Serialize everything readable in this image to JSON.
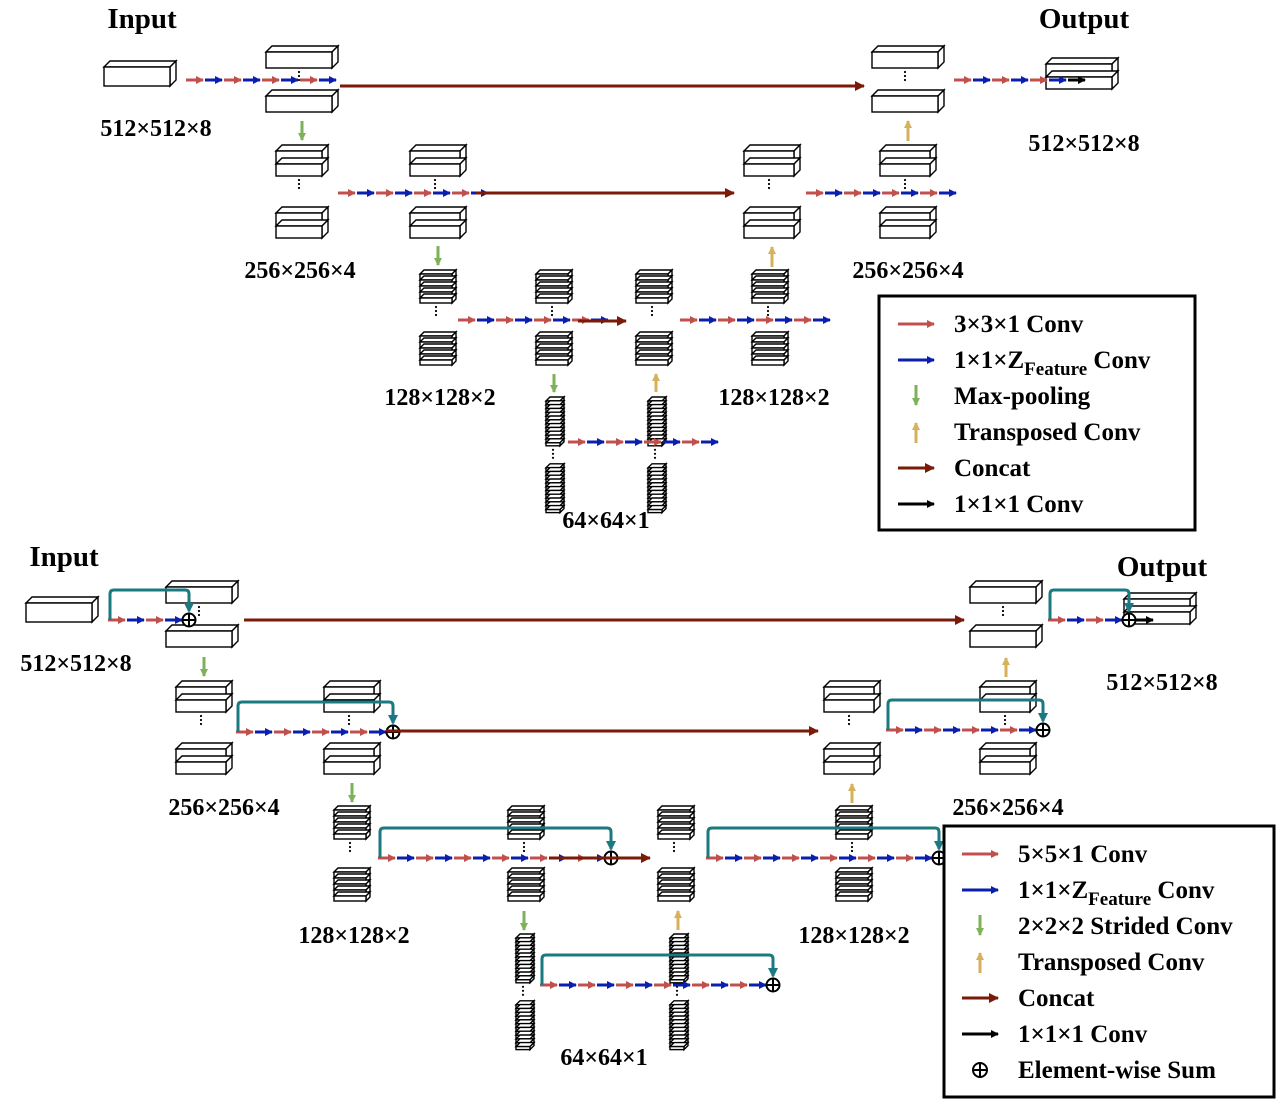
{
  "top": {
    "input_title": "Input",
    "output_title": "Output",
    "input_dim": "512×512×8",
    "output_dim": "512×512×8",
    "enc2_dim": "256×256×4",
    "dec2_dim": "256×256×4",
    "enc3_dim": "128×128×2",
    "dec3_dim": "128×128×2",
    "bottom_dim": "64×64×1",
    "legend": [
      {
        "label": "3×3×1 Conv",
        "color": "#c0504d",
        "icon": "arrow-right"
      },
      {
        "label_main": "1×1×Z",
        "label_sub": "Feature",
        "label_end": " Conv",
        "color": "#0a1fae",
        "icon": "arrow-right"
      },
      {
        "label": "Max-pooling",
        "color": "#7db25a",
        "icon": "arrow-down"
      },
      {
        "label": "Transposed Conv",
        "color": "#d6b05a",
        "icon": "arrow-up"
      },
      {
        "label": "Concat",
        "color": "#7a1a08",
        "icon": "arrow-right"
      },
      {
        "label": "1×1×1 Conv",
        "color": "#000000",
        "icon": "arrow-right"
      }
    ]
  },
  "bottom": {
    "input_title": "Input",
    "output_title": "Output",
    "input_dim": "512×512×8",
    "output_dim": "512×512×8",
    "enc2_dim": "256×256×4",
    "dec2_dim": "256×256×4",
    "enc3_dim": "128×128×2",
    "dec3_dim": "128×128×2",
    "bottom_dim": "64×64×1",
    "legend": [
      {
        "label": "5×5×1 Conv",
        "color": "#c0504d",
        "icon": "arrow-right"
      },
      {
        "label_main": "1×1×Z",
        "label_sub": "Feature",
        "label_end": " Conv",
        "color": "#0a1fae",
        "icon": "arrow-right"
      },
      {
        "label": "2×2×2 Strided Conv",
        "color": "#7db25a",
        "icon": "arrow-down"
      },
      {
        "label": "Transposed Conv",
        "color": "#d6b05a",
        "icon": "arrow-up"
      },
      {
        "label": "Concat",
        "color": "#7a1a08",
        "icon": "arrow-right"
      },
      {
        "label": "1×1×1 Conv",
        "color": "#000000",
        "icon": "arrow-right"
      },
      {
        "label": "Element-wise Sum",
        "color": "#000000",
        "icon": "circled-plus"
      }
    ]
  },
  "colors": {
    "conv_red": "#c0504d",
    "conv_blue": "#0a1fae",
    "pool_green": "#7db25a",
    "upconv_gold": "#d6b05a",
    "concat_brown": "#7a1a08",
    "skip_teal": "#1a7a80"
  }
}
